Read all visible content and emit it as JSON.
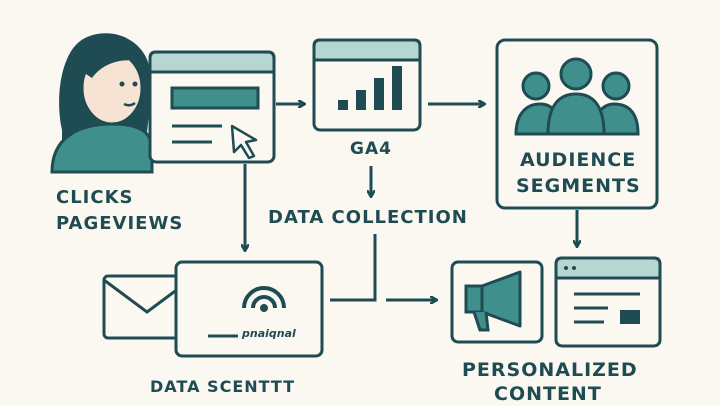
{
  "labels": {
    "clicks": "CLICKS",
    "pageviews": "PAGEVIEWS",
    "ga4": "GA4",
    "data_collection": "DATA COLLECTION",
    "audience_line1": "AUDIENCE",
    "audience_line2": "SEGMENTS",
    "email_brand": "pnaiqnal",
    "data_scent": "DATA SCENTTT",
    "personalized": "PERSONALIZED",
    "content": "CONTENT"
  },
  "colors": {
    "ink": "#1f4b52",
    "teal": "#3f8f8c",
    "teal_light": "#b6d6d2",
    "background": "#fbf8f1",
    "skin": "#f6e3d3"
  },
  "icons": [
    "person-avatar",
    "browser-window-icon",
    "cursor-icon",
    "bar-chart-icon",
    "audience-group-icon",
    "envelope-icon",
    "signal-icon",
    "megaphone-icon"
  ]
}
